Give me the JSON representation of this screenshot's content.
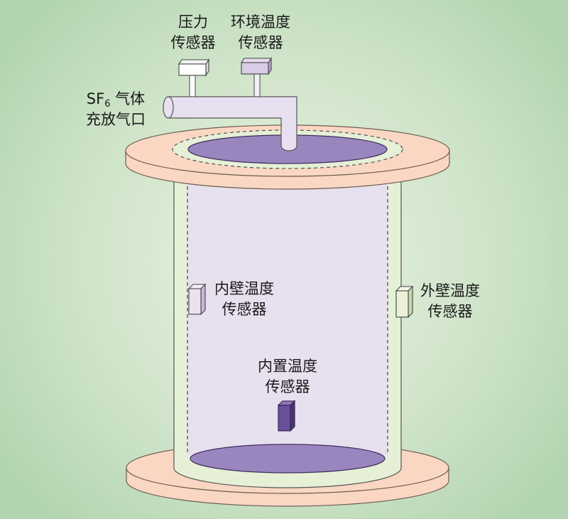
{
  "labels": {
    "pressure_sensor": [
      "压力",
      "传感器"
    ],
    "ambient_temp_sensor": [
      "环境温度",
      "传感器"
    ],
    "gas_port": {
      "formula": "SF",
      "formula_sub": "6",
      "line1_suffix": " 气体",
      "line2": "充放气口"
    },
    "inner_wall_temp_sensor": [
      "内壁温度",
      "传感器"
    ],
    "outer_wall_temp_sensor": [
      "外壁温度",
      "传感器"
    ],
    "internal_temp_sensor": [
      "内置温度",
      "传感器"
    ]
  },
  "colors": {
    "background_center": "#eaf3e4",
    "background_edge": "#b2d4b0",
    "flange": "#fad7c3",
    "flange_stroke": "#6b5a4f",
    "outer_wall": "#e5f0d7",
    "inner_chamber": "#e7e0ef",
    "gas_surface": "#9a86be",
    "pipe": "#e8e0f0",
    "pressure_sensor": "#ffffff",
    "ambient_sensor": "#d8cce6",
    "inner_wall_sensor": "#ebe2f0",
    "outer_wall_sensor": "#e9f2d7",
    "internal_sensor": "#6a4f9c"
  }
}
